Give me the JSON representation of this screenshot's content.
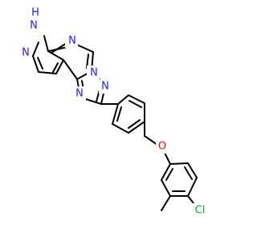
{
  "molecule": {
    "colors": {
      "bond": "#000000",
      "nitrogen": "#2020ff",
      "oxygen": "#ff0d0d",
      "chlorine": "#1fa01f",
      "background": "#ffffff"
    },
    "atoms": {
      "nh": "H",
      "n_h": "N",
      "n_pyrazole": "N",
      "n_pyrimidine": "N",
      "n_fusion": "N",
      "n_triazole_top": "N",
      "n_triazole_left": "N",
      "oxygen": "O",
      "chlorine": "Cl"
    }
  }
}
